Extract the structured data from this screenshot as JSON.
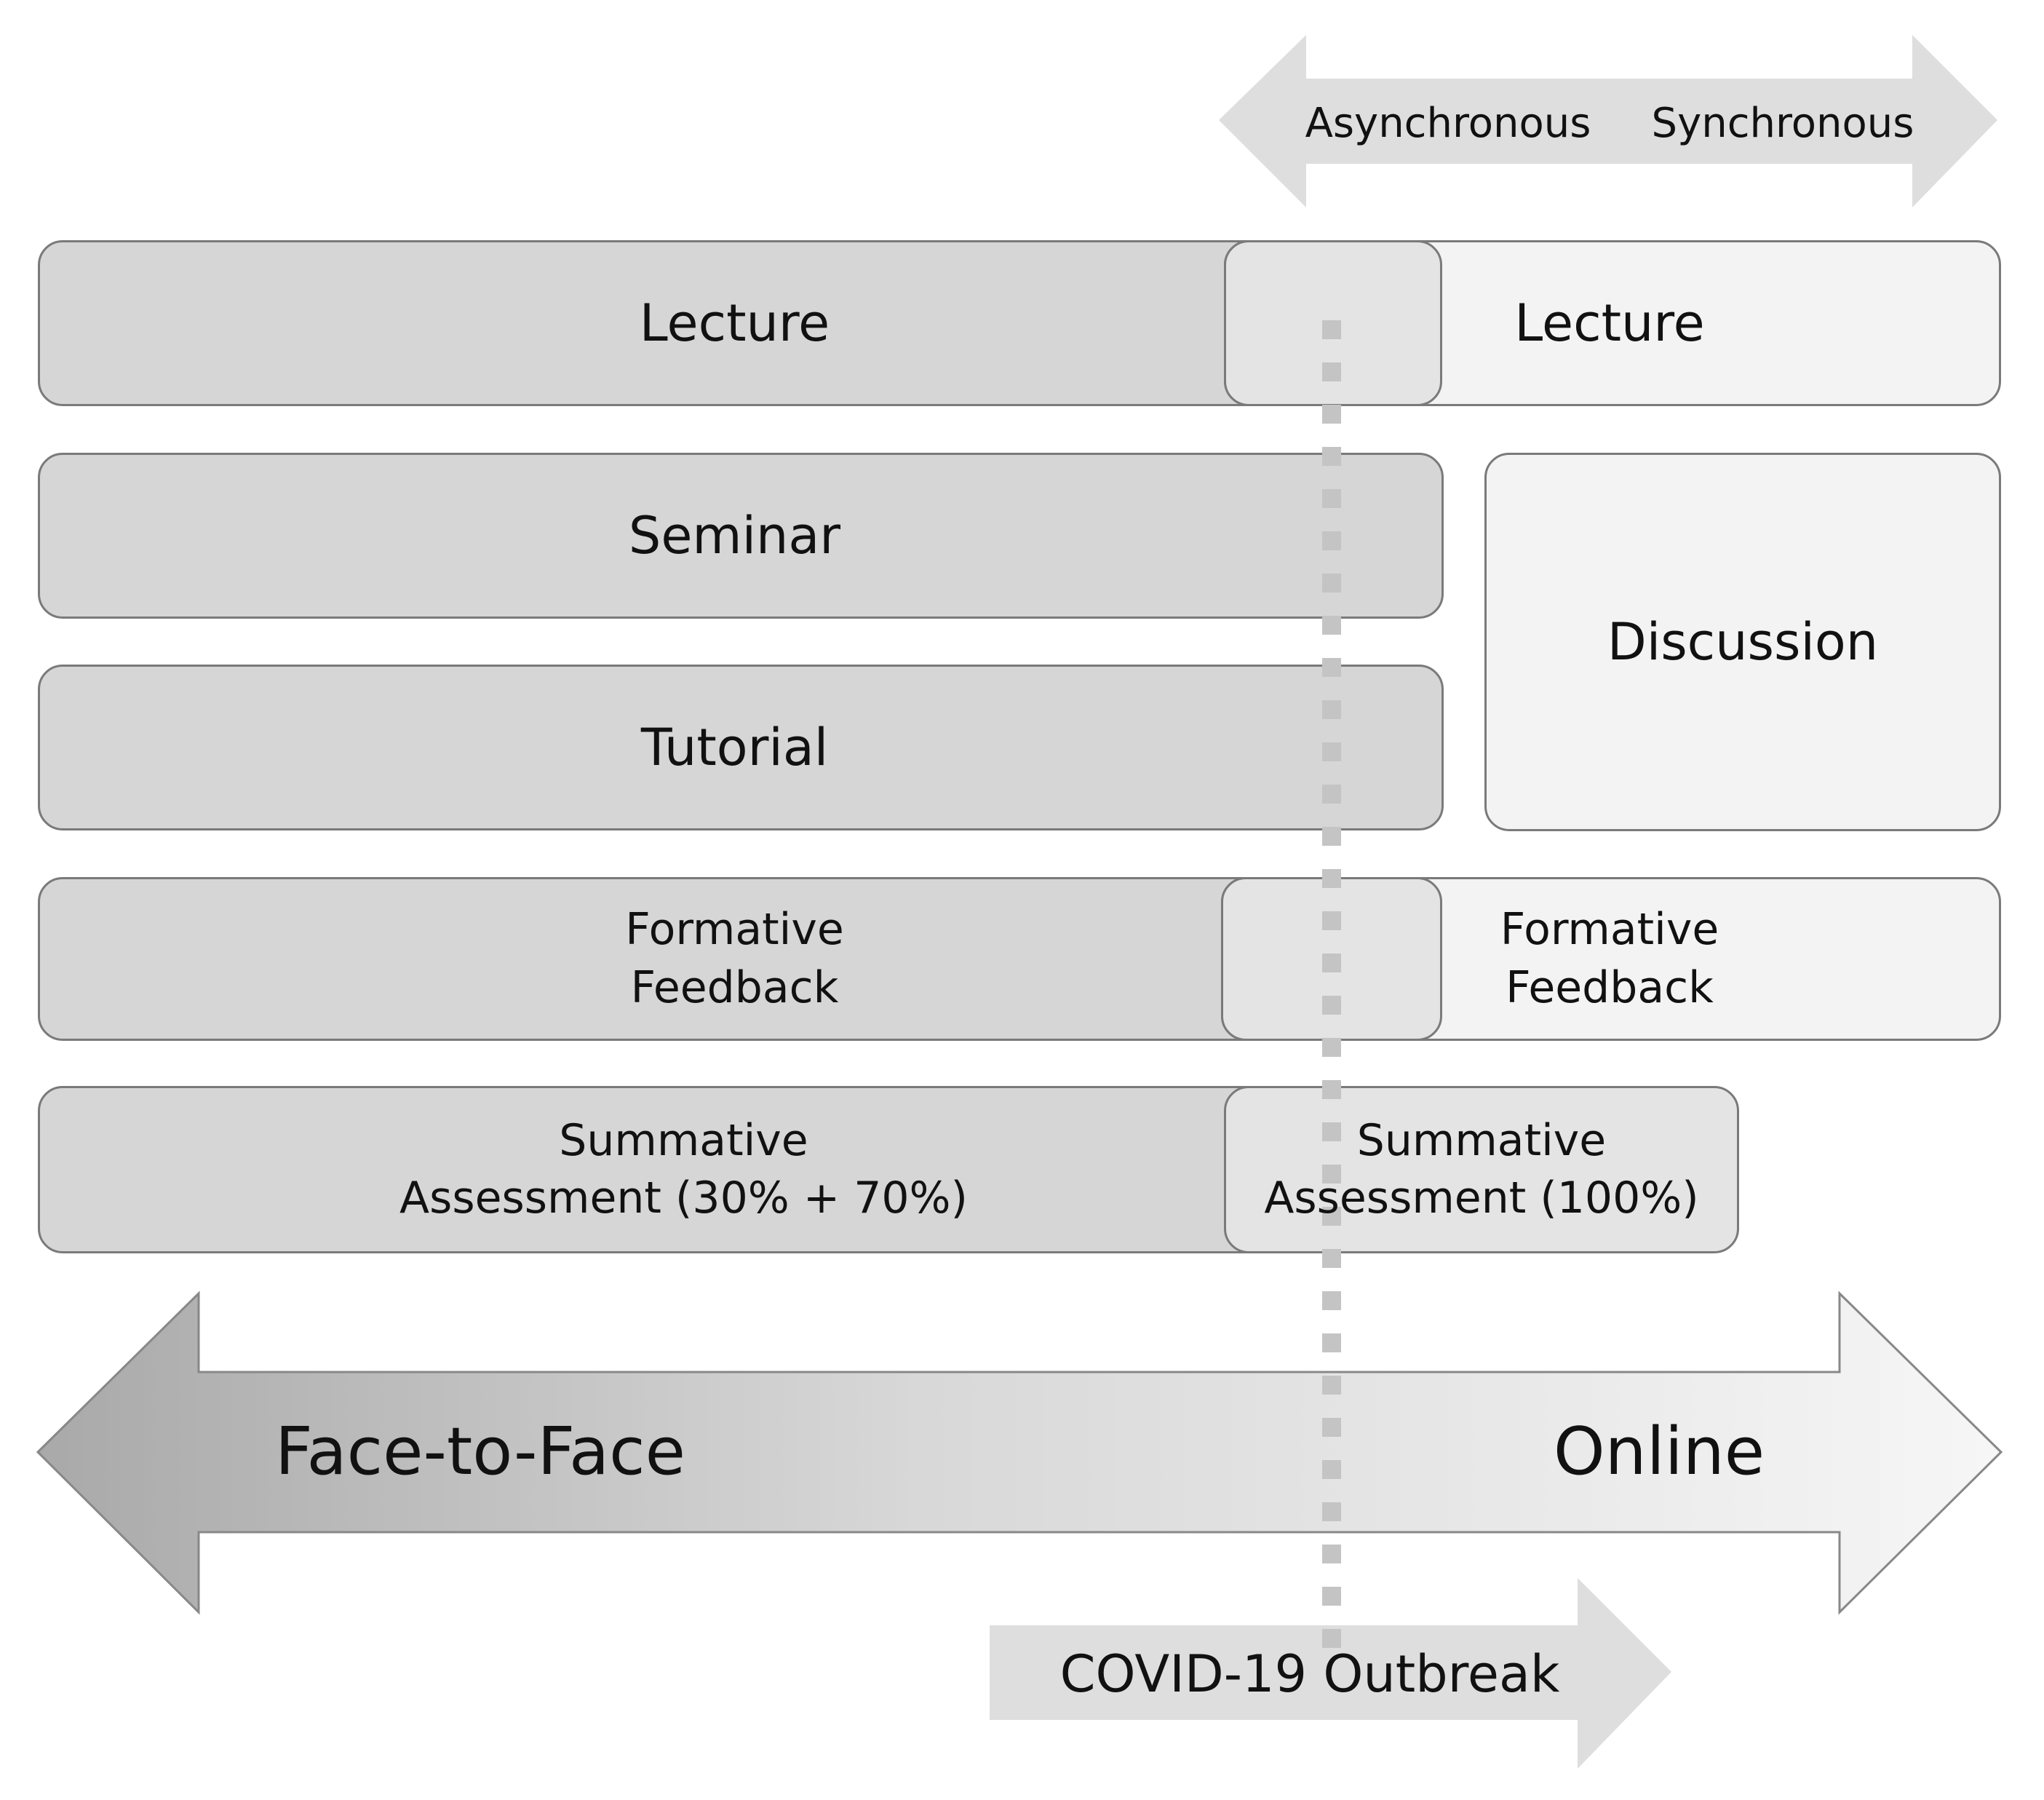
{
  "mode_arrow": {
    "left": "Asynchronous",
    "right": "Synchronous"
  },
  "rows": {
    "lecture_f2f": "Lecture",
    "lecture_online": "Lecture",
    "seminar": "Seminar",
    "tutorial": "Tutorial",
    "discussion": "Discussion",
    "formative_f2f": "Formative\nFeedback",
    "formative_online": "Formative\nFeedback",
    "summative_f2f": "Summative\nAssessment (30% + 70%)",
    "summative_online": "Summative\nAssessment (100%)"
  },
  "axis": {
    "left": "Face-to-Face",
    "right": "Online"
  },
  "event": "COVID-19 Outbreak",
  "colors": {
    "face_to_face": "#d6d6d6",
    "online": "#f3f3f3",
    "overlap": "#e4e4e4",
    "outline": "#7a7a7a"
  }
}
